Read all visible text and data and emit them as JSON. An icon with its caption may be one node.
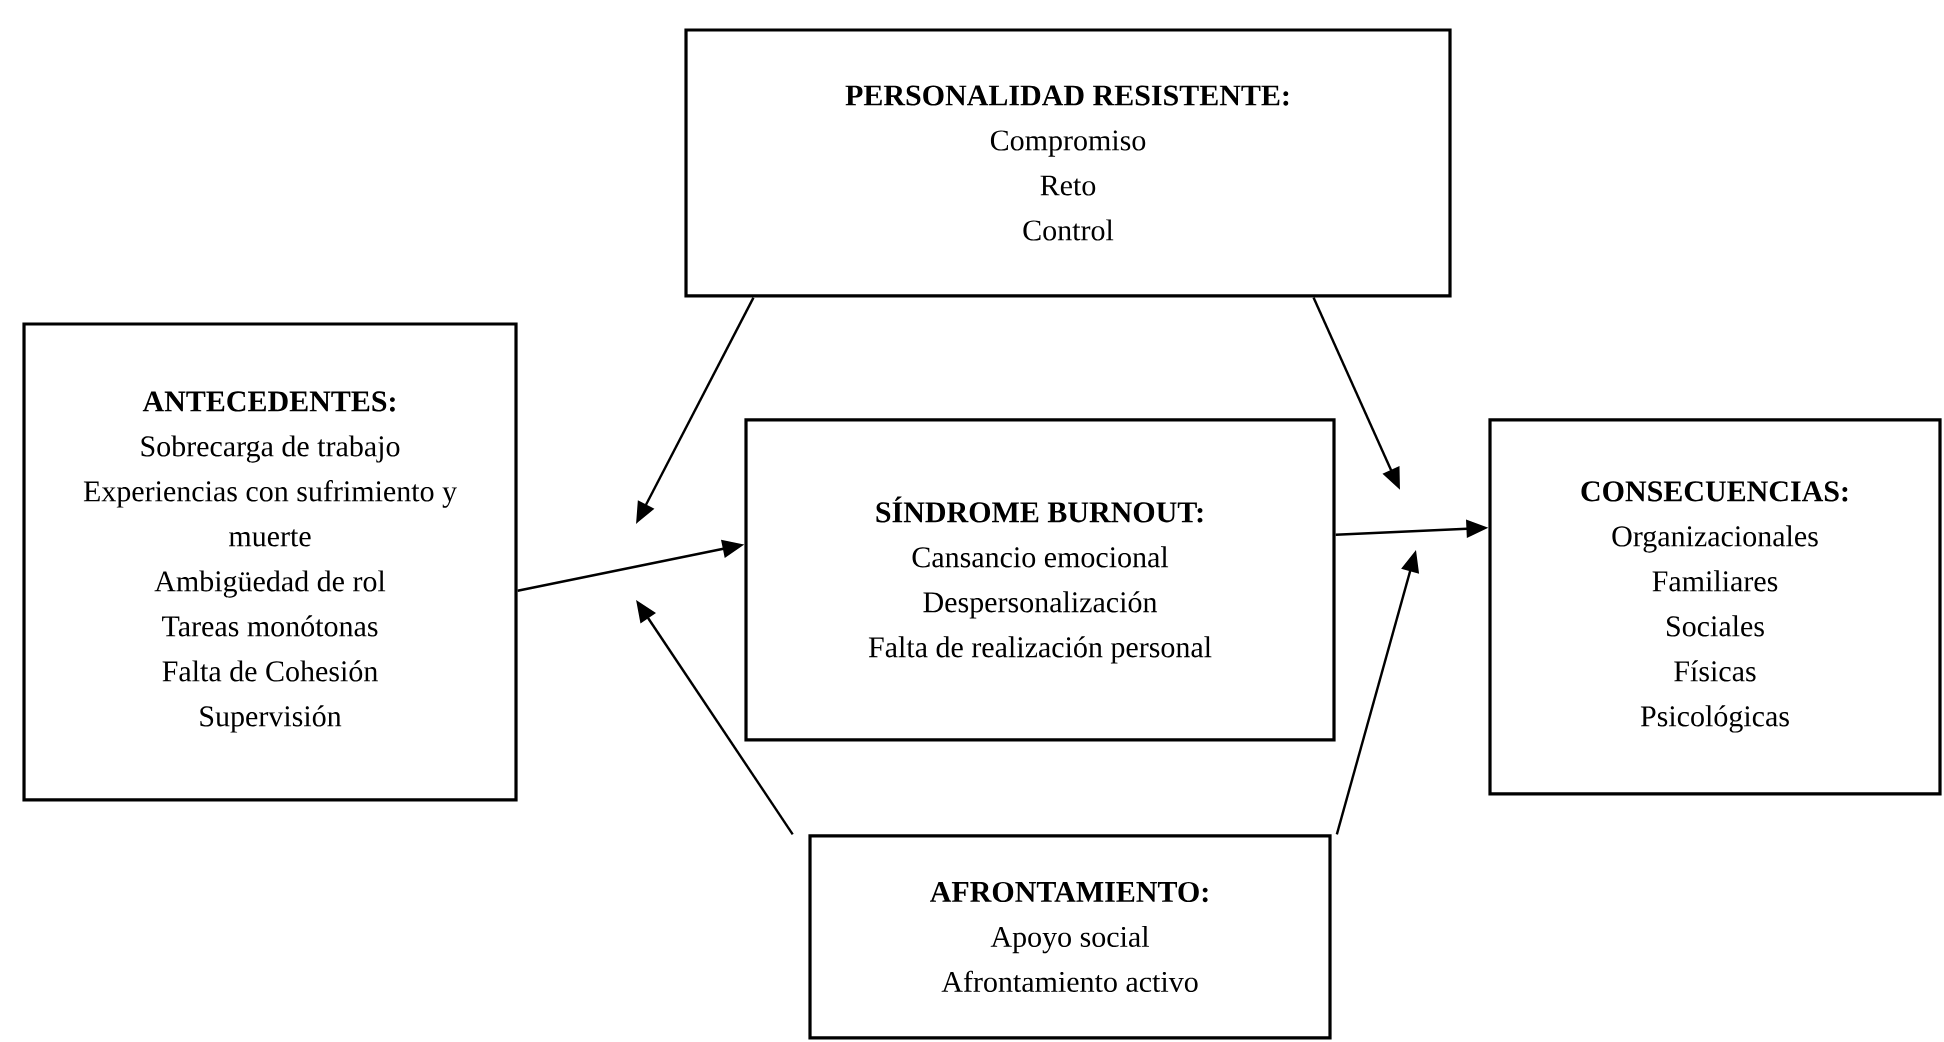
{
  "diagram": {
    "nodes": [
      {
        "text": [
          "**PERSONALIDAD RESISTENTE:**",
          "Compromiso",
          "Reto",
          "Control"
        ]
      },
      {
        "text": [
          "**ANTECEDENTES:**",
          "Sobrecarga de trabajo",
          "Experiencias con sufrimiento y muerte",
          "Ambigüedad de rol",
          "Tareas monótonas",
          "Falta de Cohesión",
          "Supervisión"
        ]
      },
      {
        "text": [
          "**SÍNDROME BURNOUT:**",
          "Cansancio emocional",
          "Despersonalización",
          "Falta de realización personal"
        ]
      },
      {
        "text": [
          "**CONSECUENCIAS:**",
          "Organizacionales",
          "Familiares",
          "Sociales",
          "Físicas",
          "Psicológicas"
        ]
      },
      {
        "text": [
          "**AFRONTAMIENTO:**",
          "Apoyo social",
          "Afrontamiento activo"
        ]
      }
    ],
    "edges": [
      {
        "from": 0,
        "to": null,
        "arrow": "to"
      },
      {
        "from": 0,
        "to": null,
        "arrow": "to"
      },
      {
        "from": 1,
        "to": 2,
        "arrow": "to"
      },
      {
        "from": 2,
        "to": 3,
        "arrow": "to"
      },
      {
        "from": 4,
        "to": null,
        "arrow": "to"
      },
      {
        "from": 4,
        "to": null,
        "arrow": "to"
      }
    ]
  }
}
